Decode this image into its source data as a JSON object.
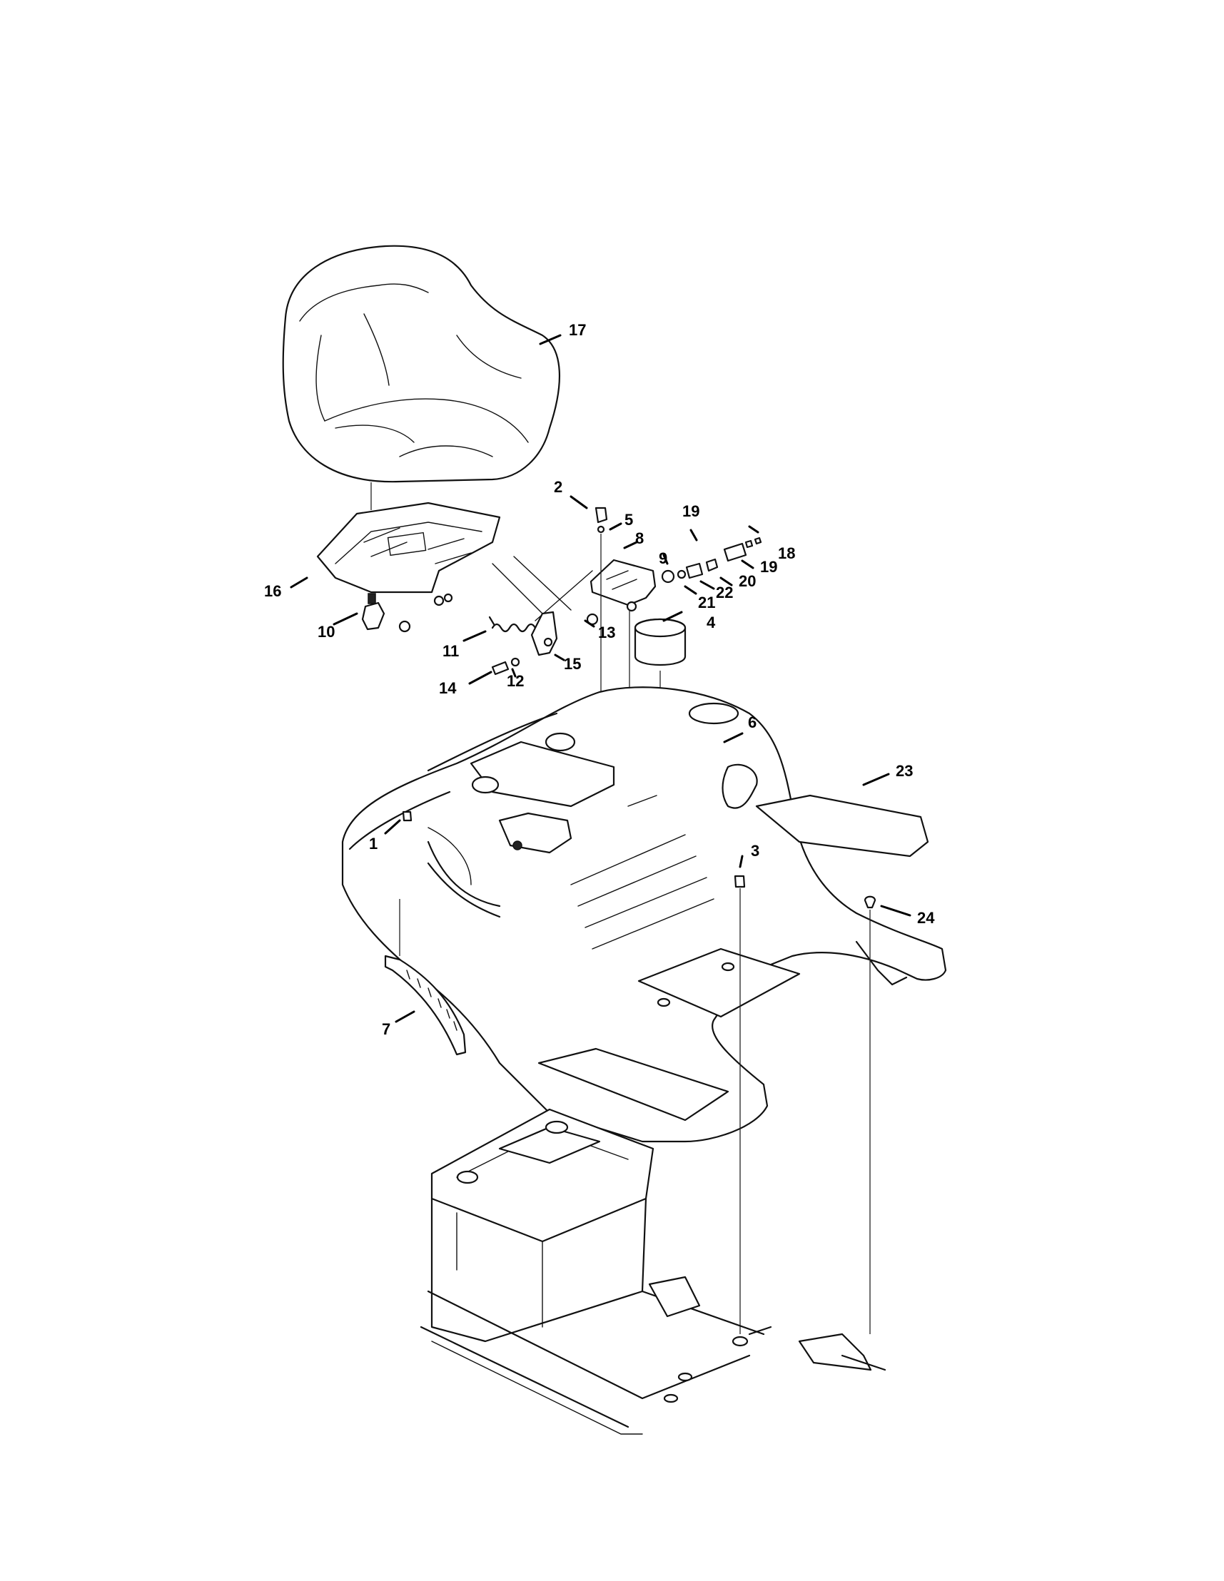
{
  "diagram": {
    "callouts": [
      {
        "id": "c1",
        "text": "1"
      },
      {
        "id": "c2",
        "text": "2"
      },
      {
        "id": "c3",
        "text": "3"
      },
      {
        "id": "c4",
        "text": "4"
      },
      {
        "id": "c5",
        "text": "5"
      },
      {
        "id": "c6",
        "text": "6"
      },
      {
        "id": "c7",
        "text": "7"
      },
      {
        "id": "c8",
        "text": "8"
      },
      {
        "id": "c9",
        "text": "9"
      },
      {
        "id": "c10",
        "text": "10"
      },
      {
        "id": "c11",
        "text": "11"
      },
      {
        "id": "c12",
        "text": "12"
      },
      {
        "id": "c13",
        "text": "13"
      },
      {
        "id": "c14",
        "text": "14"
      },
      {
        "id": "c15",
        "text": "15"
      },
      {
        "id": "c16",
        "text": "16"
      },
      {
        "id": "c17",
        "text": "17"
      },
      {
        "id": "c18",
        "text": "18"
      },
      {
        "id": "c19a",
        "text": "19"
      },
      {
        "id": "c19b",
        "text": "19"
      },
      {
        "id": "c20",
        "text": "20"
      },
      {
        "id": "c21",
        "text": "21"
      },
      {
        "id": "c22",
        "text": "22"
      },
      {
        "id": "c23",
        "text": "23"
      },
      {
        "id": "c24",
        "text": "24"
      }
    ]
  }
}
